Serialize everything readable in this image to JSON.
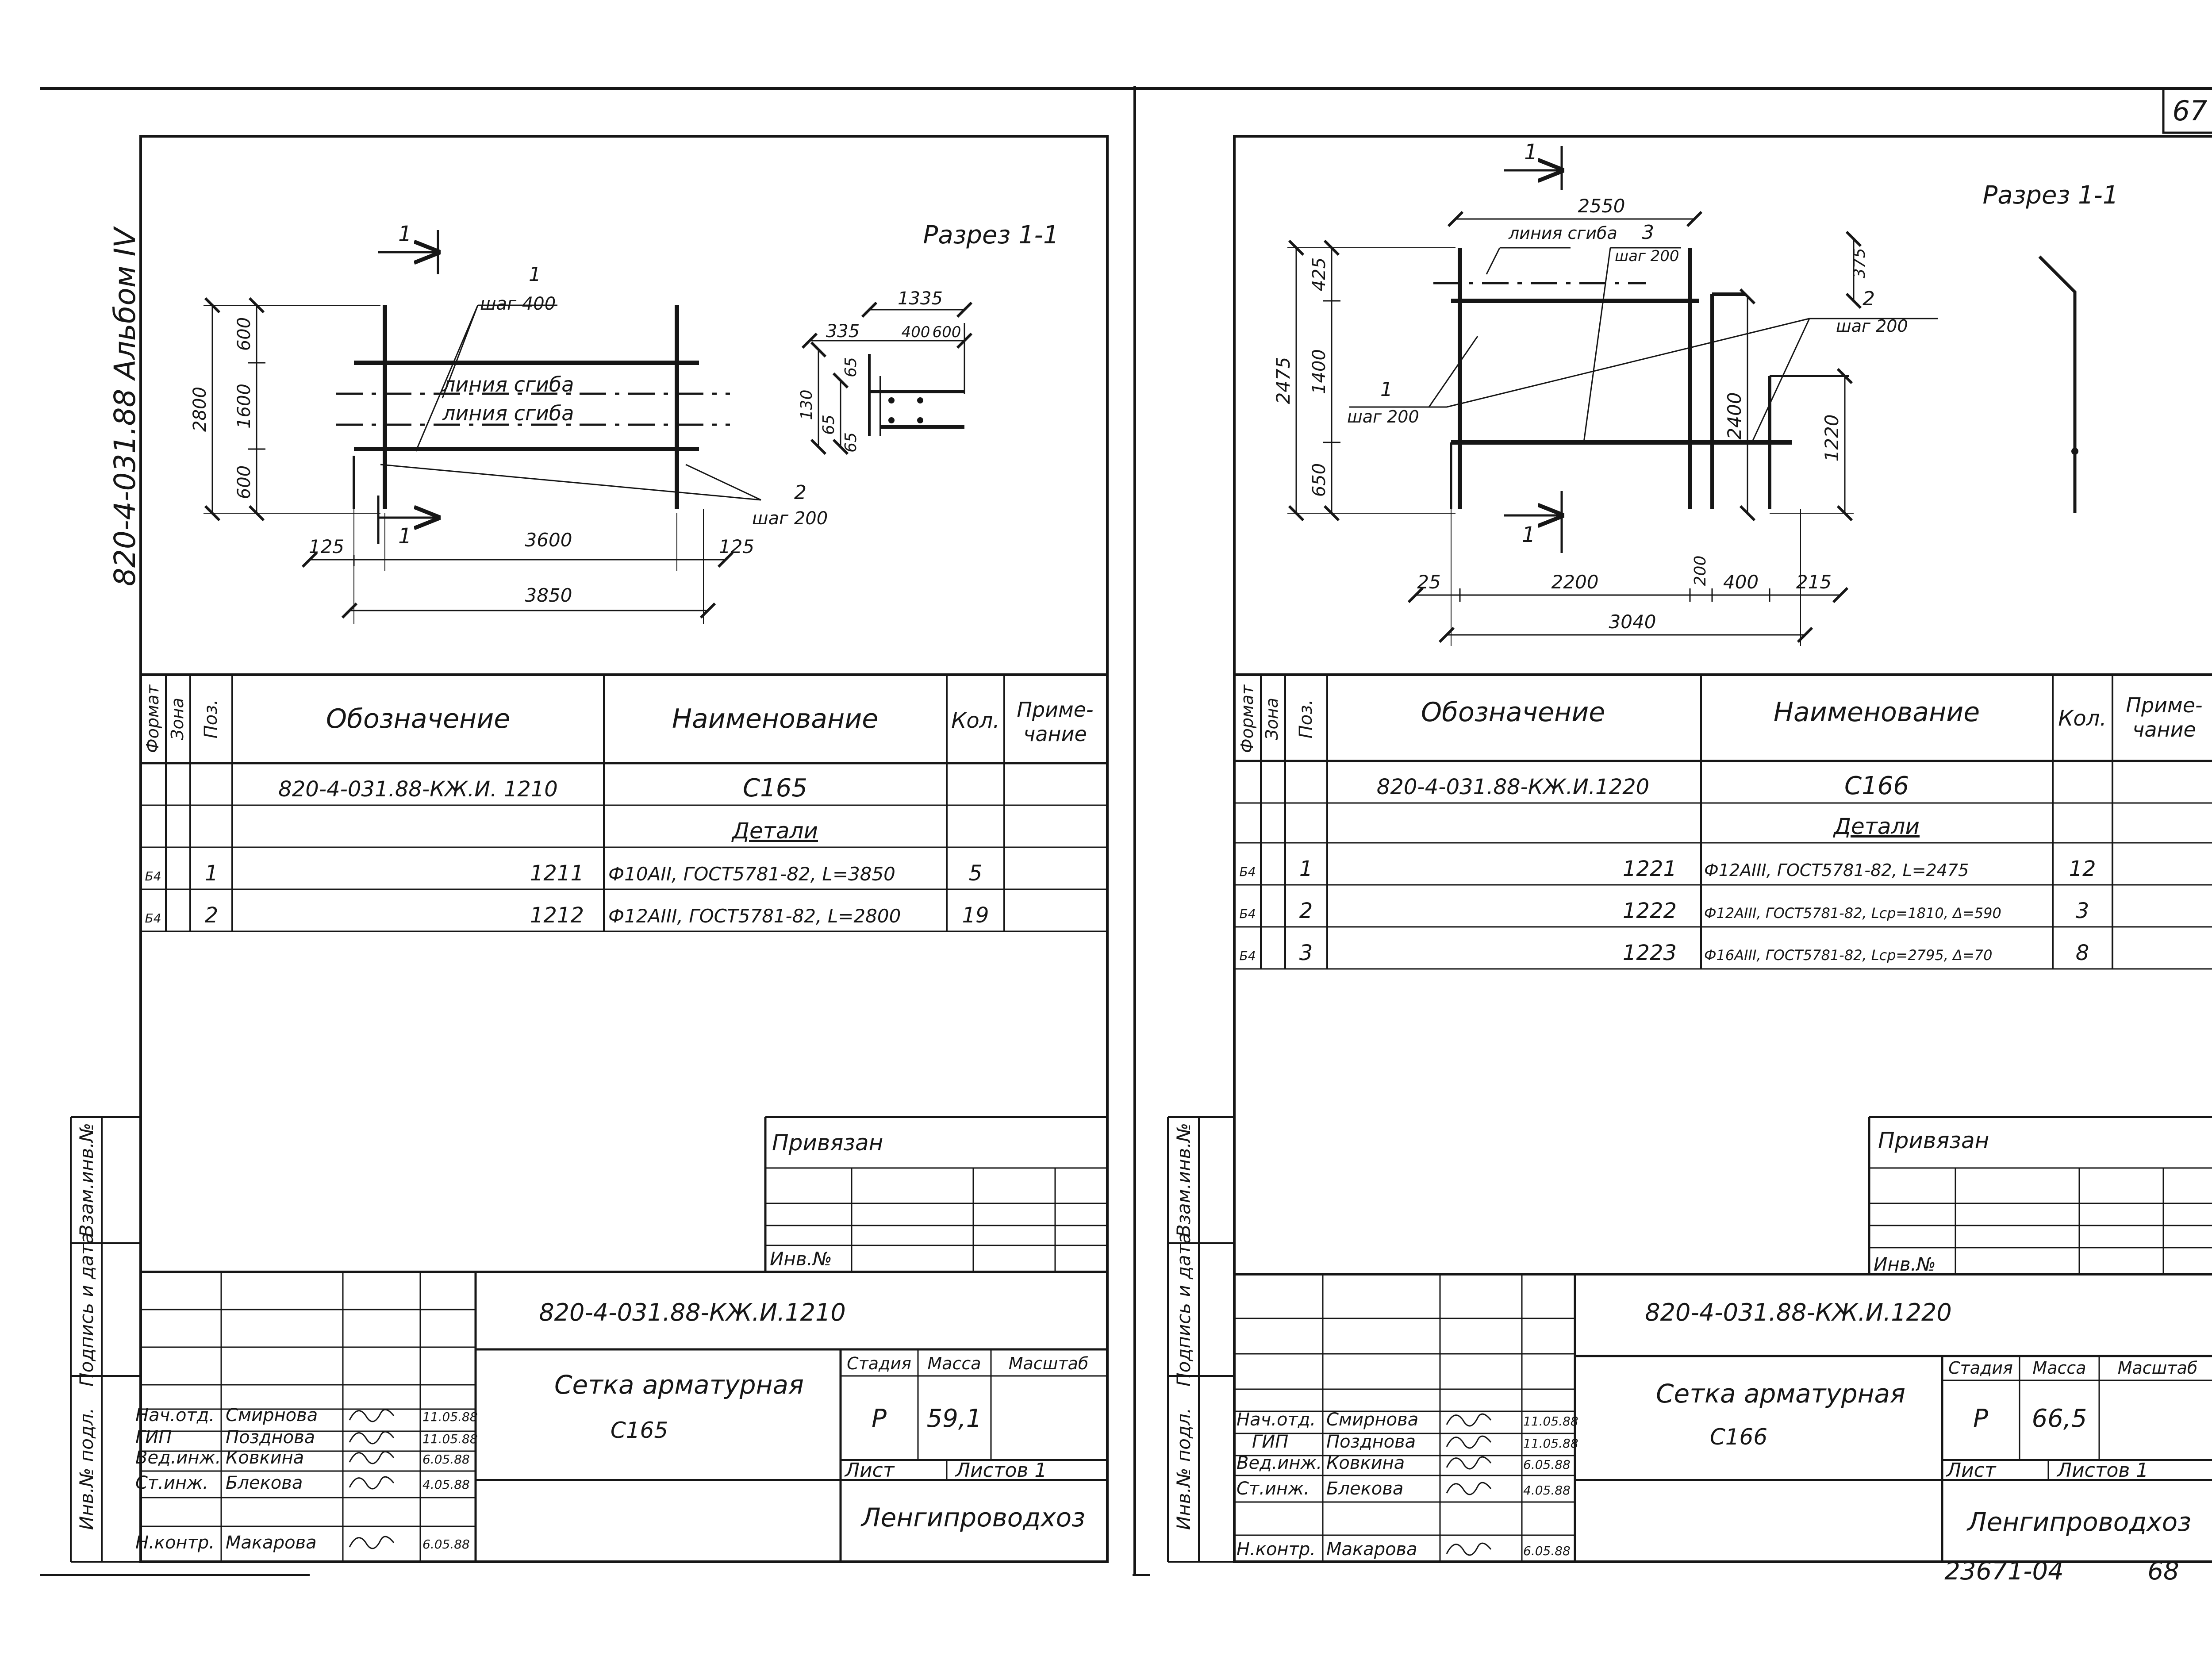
{
  "page_number": "67",
  "album_label": "820-4-031.88  Альбом IV",
  "footer_left": "23671-04",
  "footer_right": "68",
  "side_labels": [
    "Инв.№ подл.",
    "Подпись и дата",
    "Взам.инв.№"
  ],
  "spec_headers": [
    "Формат",
    "Зона",
    "Поз.",
    "Обозначение",
    "Наименование",
    "Кол.",
    "Приме-",
    "чание"
  ],
  "sheets": [
    {
      "drawing": {
        "pos1": "1",
        "step1": "шаг 400",
        "pos2": "2",
        "step2": "шаг 200",
        "bend1": "линия сгиба",
        "bend2": "линия сгиба",
        "section_mark": "1",
        "dim_left": [
          "600",
          "1600",
          "600"
        ],
        "dim_total": "2800",
        "dim_bottom": [
          "125",
          "3600",
          "125"
        ],
        "dim_overall": "3850",
        "section_title": "Разрез 1-1",
        "sec_dims": [
          "1335",
          "335",
          "400",
          "600",
          "65",
          "65",
          "130",
          "65"
        ]
      },
      "spec": {
        "doc": "820-4-031.88-КЖ.И. 1210",
        "name": "С165",
        "details": "Детали",
        "rows": [
          {
            "fmt": "Б4",
            "pos": "1",
            "code": "1211",
            "name": "Ф10АII, ГОСТ5781-82, L=3850",
            "qty": "5"
          },
          {
            "fmt": "Б4",
            "pos": "2",
            "code": "1212",
            "name": "Ф12АIII, ГОСТ5781-82, L=2800",
            "qty": "19"
          }
        ]
      },
      "title": {
        "bound": "Привязан",
        "inv": "Инв.№",
        "code": "820-4-031.88-КЖ.И.1210",
        "name1": "Сетка арматурная",
        "name2": "С165",
        "col_stage": "Стадия",
        "col_mass": "Масса",
        "col_scale": "Масштаб",
        "stage": "Р",
        "mass": "59,1",
        "scale": "",
        "sheet_label": "Лист",
        "sheets_label": "Листов 1",
        "org": "Ленгипроводхоз",
        "people": [
          {
            "role": "Нач.отд.",
            "name": "Смирнова",
            "date": "11.05.88"
          },
          {
            "role": "ГИП",
            "name": "Позднова",
            "date": "11.05.88"
          },
          {
            "role": "Вед.инж.",
            "name": "Ковкина",
            "date": "6.05.88"
          },
          {
            "role": "Ст.инж.",
            "name": "Блекова",
            "date": "4.05.88"
          },
          {
            "role": "Н.контр.",
            "name": "Макарова",
            "date": "6.05.88"
          }
        ]
      }
    },
    {
      "drawing": {
        "pos1": "1",
        "step1": "шаг 200",
        "pos2": "2",
        "step2": "шаг 200",
        "pos3": "3",
        "step3": "шаг 200",
        "bend": "линия сгиба",
        "section_mark": "1",
        "dim_top": "2550",
        "dim_left": [
          "425",
          "1400",
          "650"
        ],
        "dim_total": "2475",
        "dim_bottom": [
          "25",
          "2200",
          "200",
          "400",
          "215"
        ],
        "dim_overall": "3040",
        "dim_right": [
          "375",
          "2400",
          "1220"
        ],
        "section_title": "Разрез 1-1"
      },
      "spec": {
        "doc": "820-4-031.88-КЖ.И.1220",
        "name": "С166",
        "details": "Детали",
        "rows": [
          {
            "fmt": "Б4",
            "pos": "1",
            "code": "1221",
            "name": "Ф12АIII, ГОСТ5781-82, L=2475",
            "qty": "12"
          },
          {
            "fmt": "Б4",
            "pos": "2",
            "code": "1222",
            "name": "Ф12АIII, ГОСТ5781-82, Lср=1810, Δ=590",
            "qty": "3"
          },
          {
            "fmt": "Б4",
            "pos": "3",
            "code": "1223",
            "name": "Ф16АIII, ГОСТ5781-82, Lср=2795, Δ=70",
            "qty": "8"
          }
        ]
      },
      "title": {
        "bound": "Привязан",
        "inv": "Инв.№",
        "code": "820-4-031.88-КЖ.И.1220",
        "name1": "Сетка арматурная",
        "name2": "С166",
        "col_stage": "Стадия",
        "col_mass": "Масса",
        "col_scale": "Масштаб",
        "stage": "Р",
        "mass": "66,5",
        "scale": "",
        "sheet_label": "Лист",
        "sheets_label": "Листов 1",
        "org": "Ленгипроводхоз",
        "people": [
          {
            "role": "Нач.отд.",
            "name": "Смирнова",
            "date": "11.05.88"
          },
          {
            "role": "ГИП",
            "name": "Позднова",
            "date": "11.05.88"
          },
          {
            "role": "Вед.инж.",
            "name": "Ковкина",
            "date": "6.05.88"
          },
          {
            "role": "Ст.инж.",
            "name": "Блекова",
            "date": "4.05.88"
          },
          {
            "role": "Н.контр.",
            "name": "Макарова",
            "date": "6.05.88"
          }
        ]
      }
    }
  ]
}
